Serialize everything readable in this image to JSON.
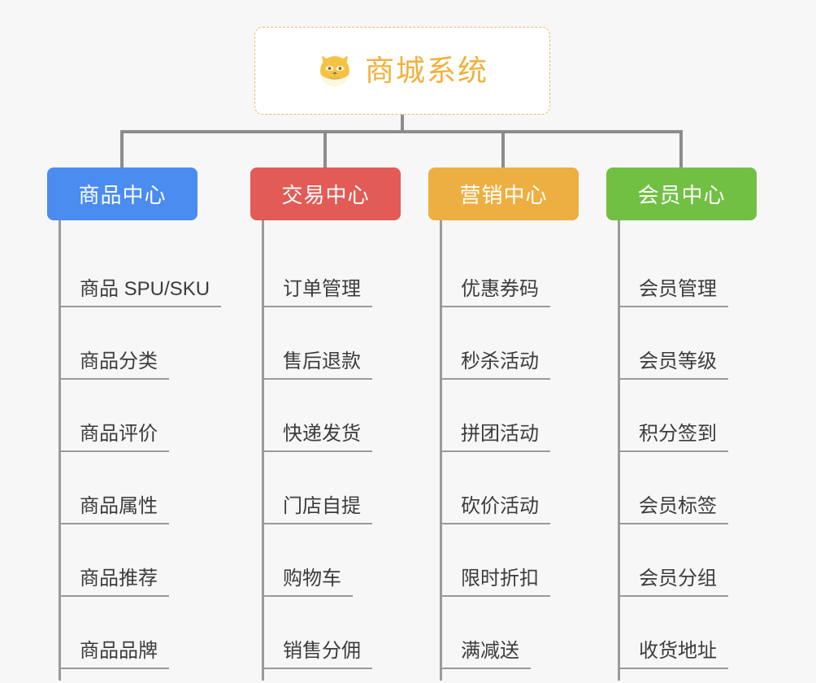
{
  "background_color": "#f7f7f7",
  "root": {
    "title": "商城系统",
    "icon": "shiba-dog-icon",
    "text_color": "#f0b13c",
    "border_color": "#e8b96a"
  },
  "branches": [
    {
      "label": "商品中心",
      "color": "#4a8cf0",
      "items": [
        "商品 SPU/SKU",
        "商品分类",
        "商品评价",
        "商品属性",
        "商品推荐",
        "商品品牌"
      ]
    },
    {
      "label": "交易中心",
      "color": "#e35b56",
      "items": [
        "订单管理",
        "售后退款",
        "快递发货",
        "门店自提",
        "购物车",
        "销售分佣"
      ]
    },
    {
      "label": "营销中心",
      "color": "#edaf41",
      "items": [
        "优惠券码",
        "秒杀活动",
        "拼团活动",
        "砍价活动",
        "限时折扣",
        "满减送"
      ]
    },
    {
      "label": "会员中心",
      "color": "#72c043",
      "items": [
        "会员管理",
        "会员等级",
        "积分签到",
        "会员标签",
        "会员分组",
        "收货地址"
      ]
    }
  ],
  "connector_color": "#8c8c8c",
  "leaf_line_color": "#9a9a9a"
}
